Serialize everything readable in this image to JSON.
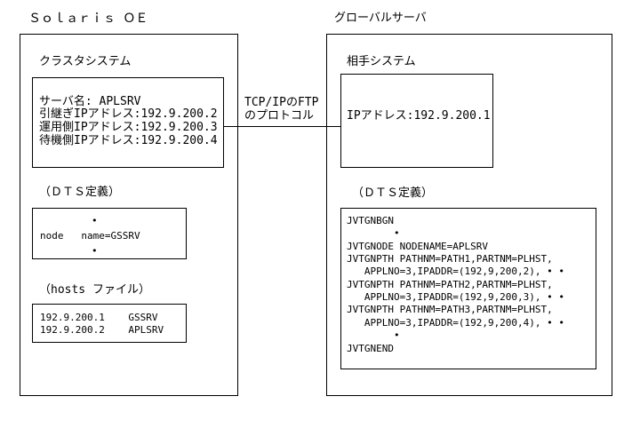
{
  "left": {
    "title": "Ｓｏｌａｒｉｓ ＯＥ",
    "cluster": {
      "title": "クラスタシステム",
      "lines": [
        "サーバ名: APLSRV",
        "引継ぎIPアドレス:192.9.200.2",
        "運用側IPアドレス:192.9.200.3",
        "待機側IPアドレス:192.9.200.4"
      ]
    },
    "dts": {
      "title": "（ＤＴＳ定義）",
      "dot_top": "•",
      "node_line": "node   name=GSSRV",
      "dot_bottom": "•"
    },
    "hosts": {
      "title": "（hosts ファイル）",
      "lines": [
        "192.9.200.1    GSSRV",
        "192.9.200.2    APLSRV"
      ]
    }
  },
  "connection": {
    "label_line1": "TCP/IPのFTP",
    "label_line2": "のプロトコル"
  },
  "right": {
    "title": "グローバルサーバ",
    "partner": {
      "title": "相手システム",
      "ip": "IPアドレス:192.9.200.1"
    },
    "dts": {
      "title": "（ＤＴＳ定義）",
      "lines": [
        "JVTGNBGN",
        "        •",
        "JVTGNODE NODENAME=APLSRV",
        "JVTGNPTH PATHNM=PATH1,PARTNM=PLHST,",
        "   APPLNO=3,IPADDR=(192,9,200,2), • •",
        "JVTGNPTH PATHNM=PATH2,PARTNM=PLHST,",
        "   APPLNO=3,IPADDR=(192,9,200,3), • •",
        "JVTGNPTH PATHNM=PATH3,PARTNM=PLHST,",
        "   APPLNO=3,IPADDR=(192,9,200,4), • •",
        "        •",
        "JVTGNEND"
      ]
    }
  }
}
